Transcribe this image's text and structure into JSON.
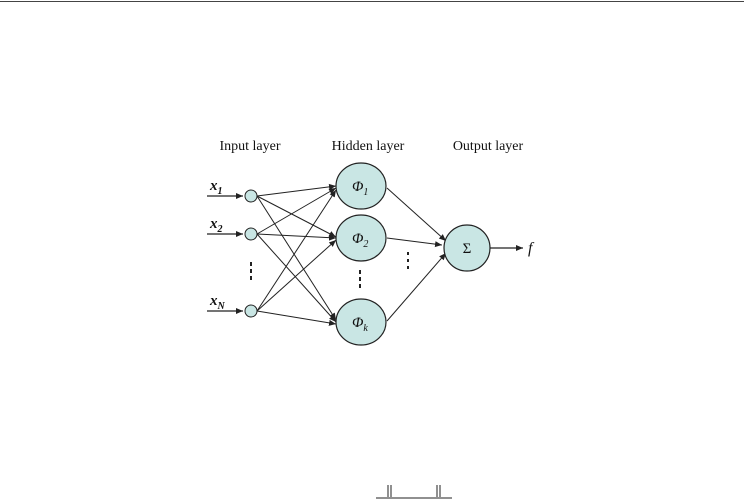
{
  "layers": {
    "input": "Input layer",
    "hidden": "Hidden layer",
    "output": "Output layer"
  },
  "inputs": [
    {
      "sym": "x",
      "sub": "1"
    },
    {
      "sym": "x",
      "sub": "2"
    },
    {
      "sym": "x",
      "sub": "N"
    }
  ],
  "hidden_nodes": [
    {
      "sym": "Φ",
      "sub": "1"
    },
    {
      "sym": "Φ",
      "sub": "2"
    },
    {
      "sym": "Φ",
      "sub": "k"
    }
  ],
  "output_node": {
    "sym": "Σ"
  },
  "output_label": "f",
  "colors": {
    "node_fill": "#c9e6e4",
    "stroke": "#222222"
  }
}
